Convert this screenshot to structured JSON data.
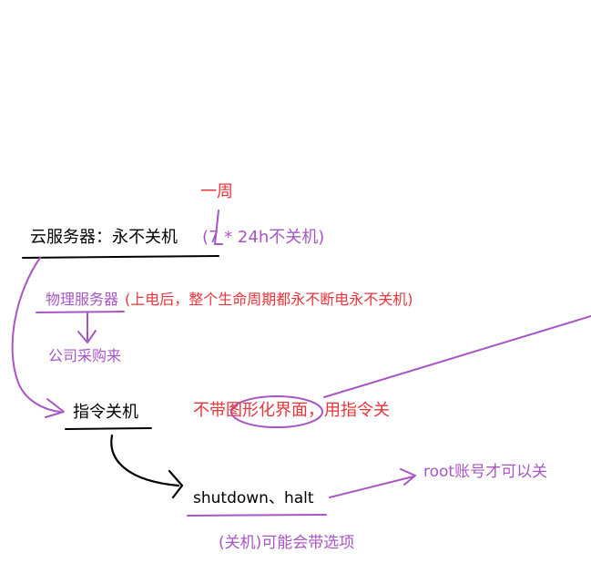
{
  "notes": {
    "cloud_server": "云服务器：永不关机",
    "cloud_detail": "(7 * 24h不关机)",
    "week_label": "一周",
    "physical_server": "物理服务器",
    "physical_detail": "(上电后，整个生命周期都永不断电永不关机)",
    "purchase_note": "公司采购来",
    "command_shutdown": "指令关机",
    "no_gui_note": "不带图形化界面，用指令关",
    "shutdown_cmds": "shutdown、halt",
    "root_note": "root账号才可以关",
    "options_note": "(关机)可能会带选项"
  },
  "colors": {
    "black_ink": "#000000",
    "red_ink": "#e8353b",
    "purple_ink": "#a756c4"
  }
}
